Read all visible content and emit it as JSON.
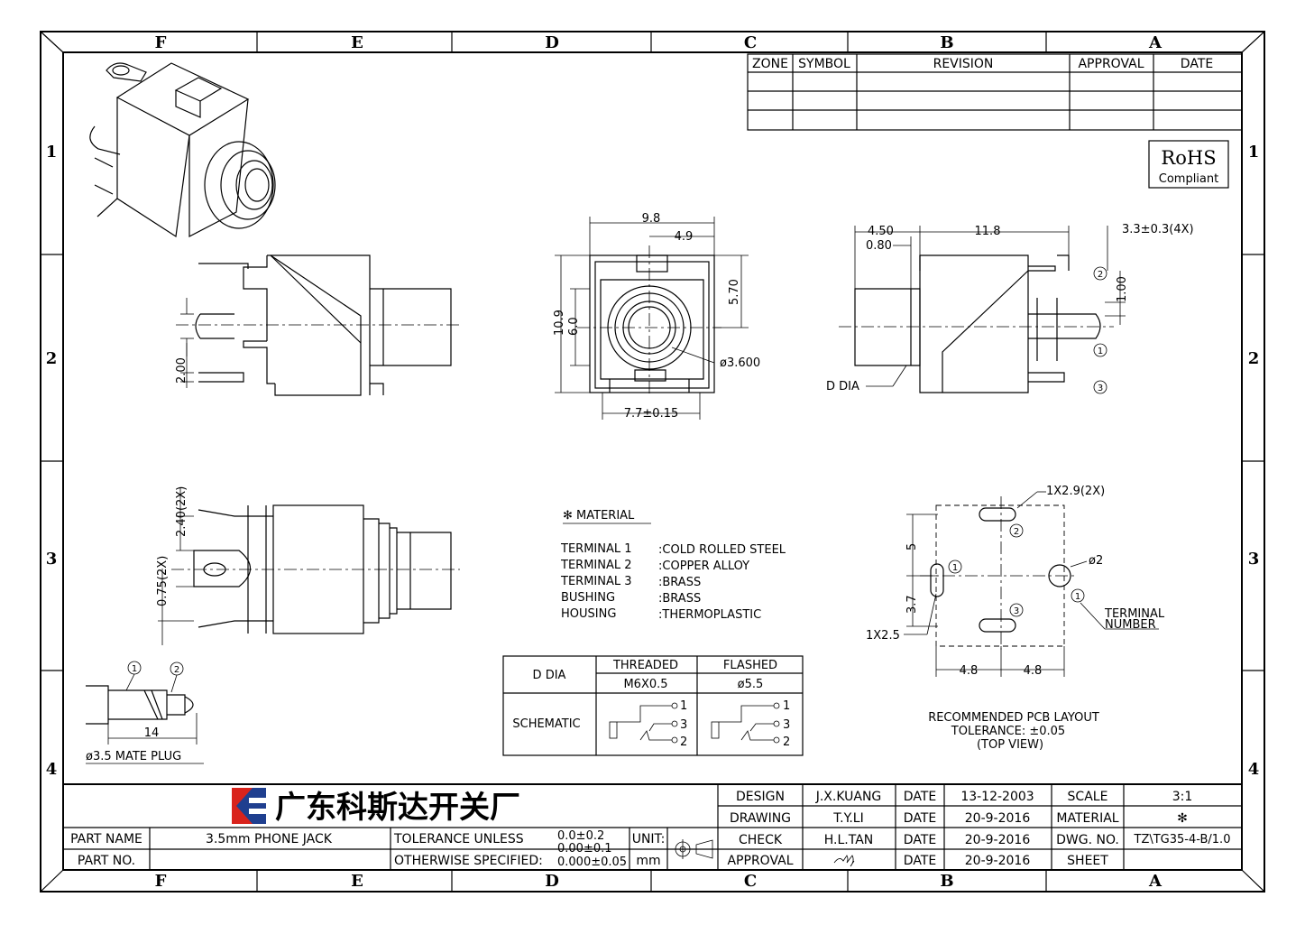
{
  "zones": {
    "columns": [
      "F",
      "E",
      "D",
      "C",
      "B",
      "A"
    ],
    "rows": [
      "1",
      "2",
      "3",
      "4"
    ]
  },
  "revision_table": {
    "headers": [
      "ZONE",
      "SYMBOL",
      "REVISION",
      "APPROVAL",
      "DATE"
    ]
  },
  "rohs": {
    "line1": "RoHS",
    "line2": "Compliant"
  },
  "dims": {
    "width_9_8": "9.8",
    "half_4_9": "4.9",
    "height_10_9": "10.9",
    "height_6_0": "6.0",
    "h_5_70": "5.70",
    "dia_3_600": "ø3.600",
    "w_7_7": "7.7±0.15",
    "d_4_50": "4.50",
    "d_0_80": "0.80",
    "d_11_8": "11.8",
    "d_3_3": "3.3±0.3(4X)",
    "d_1_00": "1.00",
    "d_dia": "D DIA",
    "d_2_00": "2.00",
    "d_2_40": "2.40(2X)",
    "d_0_75": "0.75(2X)",
    "plug_len": "14",
    "plug_label": "ø3.5 MATE PLUG",
    "slot_1x2_9": "1X2.9(2X)",
    "hole_d2": "ø2",
    "slot_1x2_5": "1X2.5",
    "pcb_5": "5",
    "pcb_3_7": "3.7",
    "pcb_4_8a": "4.8",
    "pcb_4_8b": "4.8",
    "terminal_number_1": "TERMINAL",
    "terminal_number_2": "NUMBER"
  },
  "pin_numbers": [
    "1",
    "2",
    "3"
  ],
  "material": {
    "title": "✻ MATERIAL",
    "rows": [
      {
        "part": "TERMINAL  1",
        "value": ":COLD ROLLED STEEL"
      },
      {
        "part": "TERMINAL  2",
        "value": ":COPPER  ALLOY"
      },
      {
        "part": "TERMINAL  3",
        "value": ":BRASS"
      },
      {
        "part": "BUSHING",
        "value": ":BRASS"
      },
      {
        "part": "HOUSING",
        "value": ":THERMOPLASTIC"
      }
    ]
  },
  "ddia_table": {
    "row_label": "D DIA",
    "col1": "THREADED",
    "col2": "FLASHED",
    "val1": "M6X0.5",
    "val2": "ø5.5",
    "schematic": "SCHEMATIC"
  },
  "pcb_caption": {
    "line1": "RECOMMENDED PCB LAYOUT",
    "line2": "TOLERANCE: ±0.05",
    "line3": "(TOP VIEW)"
  },
  "company": {
    "name": "广东科斯达开关厂"
  },
  "title_block": {
    "design_label": "DESIGN",
    "design_value": "J.X.KUANG",
    "drawing_label": "DRAWING",
    "drawing_value": "T.Y.LI",
    "check_label": "CHECK",
    "check_value": "H.L.TAN",
    "approval_label": "APPROVAL",
    "date_label": "DATE",
    "date1": "13-12-2003",
    "date2": "20-9-2016",
    "date3": "20-9-2016",
    "date4": "20-9-2016",
    "scale_label": "SCALE",
    "scale_value": "3:1",
    "material_label": "MATERIAL",
    "material_value": "✻",
    "dwg_label": "DWG. NO.",
    "dwg_value": "TZ\\TG35-4-B/1.0",
    "sheet_label": "SHEET",
    "part_name_label": "PART NAME",
    "part_name_value": "3.5mm  PHONE  JACK",
    "part_no_label": "PART NO.",
    "tol_line1": "TOLERANCE  UNLESS",
    "tol_line2": "OTHERWISE  SPECIFIED:",
    "tol_v1": "0.0±0.2",
    "tol_v2": "0.00±0.1",
    "tol_v3": "0.000±0.05",
    "unit_label": "UNIT:",
    "unit_value": "mm"
  }
}
